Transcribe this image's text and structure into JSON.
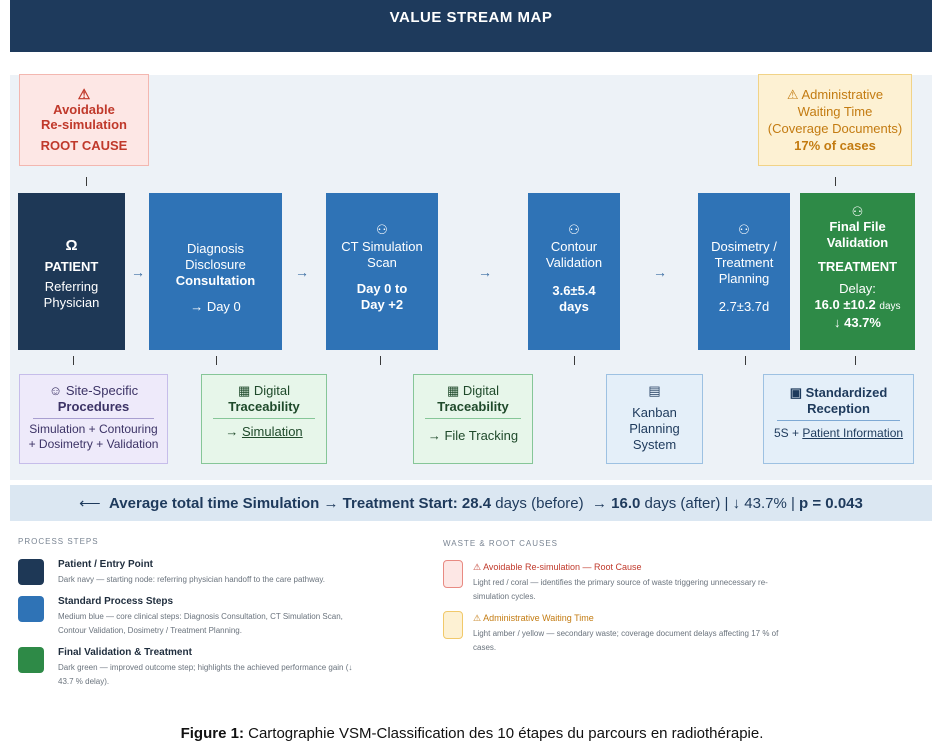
{
  "header": {
    "title": "VALUE STREAM MAP"
  },
  "callouts": {
    "resim": {
      "icon": "⚠",
      "line1": "Avoidable",
      "line2": "Re-simulation",
      "line3": "ROOT CAUSE"
    },
    "admin": {
      "icon": "⚠",
      "line1": "Administrative",
      "line2": "Waiting Time",
      "line3": "(Coverage Documents)",
      "line4": "17% of cases"
    }
  },
  "steps": {
    "patient": {
      "icon": "Ω",
      "title": "PATIENT",
      "line1": "Referring",
      "line2": "Physician"
    },
    "diagnosis": {
      "line1": "Diagnosis",
      "line2": "Disclosure",
      "line3": "Consultation",
      "line4": "→ Day 0"
    },
    "ct": {
      "icon": "⚇",
      "line1": "CT Simulation",
      "line2": "Scan",
      "line3": "Day 0 to",
      "line4": "Day +2"
    },
    "contour": {
      "icon": "⚇",
      "line1": "Contour",
      "line2": "Validation",
      "line3": "3.6±5.4",
      "line4": "days"
    },
    "dosimetry": {
      "icon": "⚇",
      "line1": "Dosimetry /",
      "line2": "Treatment",
      "line3": "Planning",
      "line4": "2.7±3.7d"
    },
    "final": {
      "icon": "⚇",
      "line1": "Final File",
      "line2": "Validation",
      "line3": "TREATMENT",
      "line4": "Delay:",
      "line5": "16.0 ±10.2",
      "line5_unit": "days",
      "line6": "↓ 43.7%"
    }
  },
  "arrows": [
    "→",
    "→",
    "→",
    "→"
  ],
  "sub_boxes": {
    "site": {
      "icon": "☺",
      "line1": "Site-Specific",
      "line2": "Procedures",
      "line3": "Simulation + Contouring",
      "line4": "+ Dosimetry + Validation"
    },
    "trace1": {
      "icon": "▦",
      "line1": "Digital",
      "line2": "Traceability",
      "arrow": "→",
      "link": "Simulation"
    },
    "trace2": {
      "icon": "▦",
      "line1": "Digital",
      "line2": "Traceability",
      "line3": "→ File Tracking"
    },
    "kanban": {
      "icon": "▤",
      "line1": "Kanban",
      "line2": "Planning",
      "line3": "System"
    },
    "reception": {
      "icon": "▣",
      "line1": "Standardized",
      "line2": "Reception",
      "prefix": "5S +",
      "link": "Patient Information"
    }
  },
  "avg": {
    "lead": "⟵",
    "label": "Average total time Simulation → Treatment Start:",
    "before_value": "28.4",
    "before_text": "days (before)",
    "arrow": "→",
    "after_value": "16.0",
    "after_text": "days (after)",
    "reduction": "| ↓ 43.7% |",
    "pvalue": "p = 0.043"
  },
  "legend": {
    "process_head": "PROCESS STEPS",
    "waste_head": "WASTE & ROOT CAUSES",
    "items": [
      {
        "title": "Patient / Entry Point",
        "desc1": "Dark navy — starting node: referring physician handoff to the care pathway.",
        "color": "#1e3856"
      },
      {
        "title": "Standard Process Steps",
        "desc1": "Medium blue — core clinical steps: Diagnosis Consultation, CT Simulation Scan,",
        "desc2": "Contour Validation, Dosimetry / Treatment Planning.",
        "color": "#2f73b6"
      },
      {
        "title": "Final Validation & Treatment",
        "desc1": "Dark green — improved outcome step; highlights the achieved performance gain (↓",
        "desc2": "43.7 % delay).",
        "color": "#2e8a47"
      }
    ],
    "waste": [
      {
        "title": "⚠ Avoidable Re-simulation — Root Cause",
        "desc1": "Light red / coral — identifies the primary source of waste triggering unnecessary re-",
        "desc2": "simulation cycles.",
        "color": "#fde7e5",
        "border": "#e88a82"
      },
      {
        "title": "⚠ Administrative Waiting Time",
        "desc1": "Light amber / yellow — secondary waste; coverage document delays affecting 17 % of",
        "desc2": "cases.",
        "color": "#fdf1d3",
        "border": "#f1c96a"
      }
    ]
  },
  "caption": {
    "label": "Figure 1:",
    "text": " Cartographie VSM-Classification des 10 étapes du parcours en radiothérapie."
  }
}
